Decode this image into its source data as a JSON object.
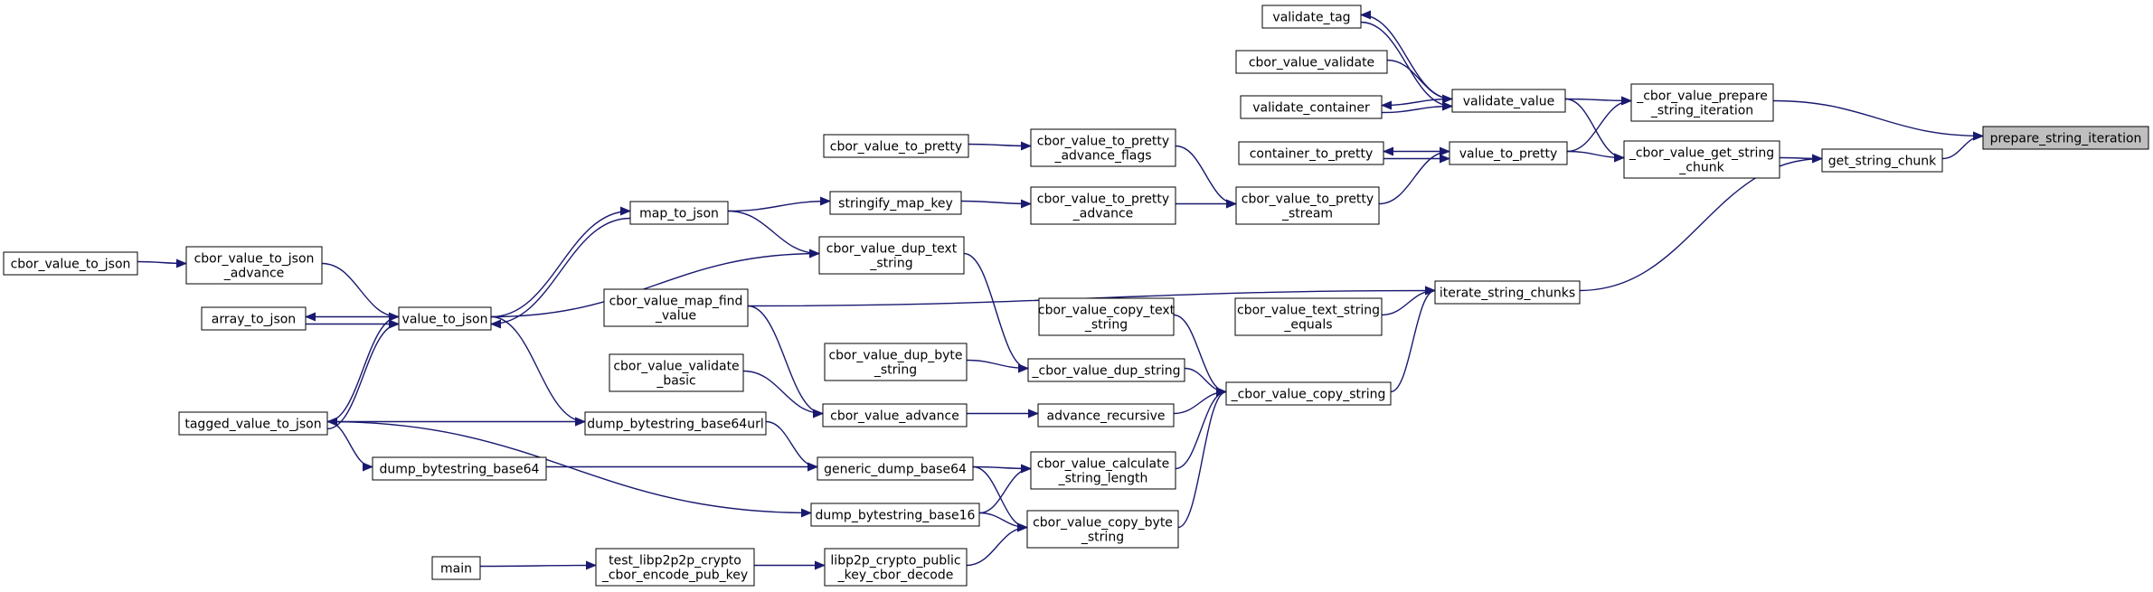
{
  "colors": {
    "edge": "#191970",
    "node_border": "#000000",
    "node_fill": "#ffffff",
    "focus_fill": "#bfbfbf"
  },
  "nodes": {
    "n_prepare_string_iteration": [
      "prepare_string_iteration"
    ],
    "n_get_string_chunk": [
      "get_string_chunk"
    ],
    "n_cbor_value_prepare_string_iteration": [
      "_cbor_value_prepare",
      "_string_iteration"
    ],
    "n_cbor_value_get_string_chunk": [
      "_cbor_value_get_string",
      "_chunk"
    ],
    "n_iterate_string_chunks": [
      "iterate_string_chunks"
    ],
    "n_validate_value": [
      "validate_value"
    ],
    "n_value_to_pretty": [
      "value_to_pretty"
    ],
    "n_validate_tag": [
      "validate_tag"
    ],
    "n_cbor_value_validate": [
      "cbor_value_validate"
    ],
    "n_validate_container": [
      "validate_container"
    ],
    "n_container_to_pretty": [
      "container_to_pretty"
    ],
    "n_cbor_value_to_pretty_stream": [
      "cbor_value_to_pretty",
      "_stream"
    ],
    "n_cbor_value_to_pretty_advance_flags": [
      "cbor_value_to_pretty",
      "_advance_flags"
    ],
    "n_cbor_value_to_pretty_advance": [
      "cbor_value_to_pretty",
      "_advance"
    ],
    "n_cbor_value_to_pretty": [
      "cbor_value_to_pretty"
    ],
    "n_stringify_map_key": [
      "stringify_map_key"
    ],
    "n_map_to_json": [
      "map_to_json"
    ],
    "n_cbor_value_dup_text_string": [
      "cbor_value_dup_text",
      "_string"
    ],
    "n_value_to_json": [
      "value_to_json"
    ],
    "n_cbor_value_to_json_advance": [
      "cbor_value_to_json",
      "_advance"
    ],
    "n_cbor_value_to_json": [
      "cbor_value_to_json"
    ],
    "n_array_to_json": [
      "array_to_json"
    ],
    "n_tagged_value_to_json": [
      "tagged_value_to_json"
    ],
    "n_cbor_value_map_find_value": [
      "cbor_value_map_find",
      "_value"
    ],
    "n_cbor_value_text_string_equals": [
      "cbor_value_text_string",
      "_equals"
    ],
    "n_cbor_value_copy_string": [
      "_cbor_value_copy_string"
    ],
    "n_cbor_value_copy_text_string": [
      "cbor_value_copy_text",
      "_string"
    ],
    "n_cbor_value_dup_string": [
      "_cbor_value_dup_string"
    ],
    "n_cbor_value_dup_byte_string": [
      "cbor_value_dup_byte",
      "_string"
    ],
    "n_advance_recursive": [
      "advance_recursive"
    ],
    "n_cbor_value_advance": [
      "cbor_value_advance"
    ],
    "n_cbor_value_validate_basic": [
      "cbor_value_validate",
      "_basic"
    ],
    "n_cbor_value_calculate_string_length": [
      "cbor_value_calculate",
      "_string_length"
    ],
    "n_cbor_value_copy_byte_string": [
      "cbor_value_copy_byte",
      "_string"
    ],
    "n_dump_bytestring_base64url": [
      "dump_bytestring_base64url"
    ],
    "n_generic_dump_base64": [
      "generic_dump_base64"
    ],
    "n_dump_bytestring_base64": [
      "dump_bytestring_base64"
    ],
    "n_dump_bytestring_base16": [
      "dump_bytestring_base16"
    ],
    "n_libp2p_crypto_public_key_cbor_decode": [
      "libp2p_crypto_public",
      "_key_cbor_decode"
    ],
    "n_test_libp2p_crypto_cbor_encode_pub_key": [
      "test_libp2p2p_crypto",
      "_cbor_encode_pub_key"
    ],
    "n_main": [
      "main"
    ]
  },
  "edges": [
    [
      "n_get_string_chunk",
      "n_prepare_string_iteration"
    ],
    [
      "n_cbor_value_prepare_string_iteration",
      "n_prepare_string_iteration"
    ],
    [
      "n_cbor_value_get_string_chunk",
      "n_get_string_chunk"
    ],
    [
      "n_iterate_string_chunks",
      "n_get_string_chunk"
    ],
    [
      "n_validate_value",
      "n_cbor_value_prepare_string_iteration"
    ],
    [
      "n_value_to_pretty",
      "n_cbor_value_prepare_string_iteration"
    ],
    [
      "n_validate_value",
      "n_cbor_value_get_string_chunk"
    ],
    [
      "n_value_to_pretty",
      "n_cbor_value_get_string_chunk"
    ],
    [
      "n_validate_value",
      "n_validate_tag"
    ],
    [
      "n_validate_tag",
      "n_validate_value"
    ],
    [
      "n_cbor_value_validate",
      "n_validate_value"
    ],
    [
      "n_validate_value",
      "n_validate_container"
    ],
    [
      "n_validate_container",
      "n_validate_value"
    ],
    [
      "n_value_to_pretty",
      "n_container_to_pretty"
    ],
    [
      "n_container_to_pretty",
      "n_value_to_pretty"
    ],
    [
      "n_cbor_value_to_pretty_stream",
      "n_value_to_pretty"
    ],
    [
      "n_cbor_value_to_pretty_advance_flags",
      "n_cbor_value_to_pretty_stream"
    ],
    [
      "n_cbor_value_to_pretty_advance",
      "n_cbor_value_to_pretty_stream"
    ],
    [
      "n_cbor_value_to_pretty",
      "n_cbor_value_to_pretty_advance_flags"
    ],
    [
      "n_stringify_map_key",
      "n_cbor_value_to_pretty_advance"
    ],
    [
      "n_map_to_json",
      "n_stringify_map_key"
    ],
    [
      "n_value_to_json",
      "n_map_to_json"
    ],
    [
      "n_map_to_json",
      "n_value_to_json"
    ],
    [
      "n_map_to_json",
      "n_cbor_value_dup_text_string"
    ],
    [
      "n_value_to_json",
      "n_cbor_value_dup_text_string"
    ],
    [
      "n_cbor_value_to_json_advance",
      "n_value_to_json"
    ],
    [
      "n_cbor_value_to_json",
      "n_cbor_value_to_json_advance"
    ],
    [
      "n_value_to_json",
      "n_array_to_json"
    ],
    [
      "n_array_to_json",
      "n_value_to_json"
    ],
    [
      "n_value_to_json",
      "n_tagged_value_to_json"
    ],
    [
      "n_tagged_value_to_json",
      "n_value_to_json"
    ],
    [
      "n_cbor_value_map_find_value",
      "n_iterate_string_chunks"
    ],
    [
      "n_cbor_value_text_string_equals",
      "n_iterate_string_chunks"
    ],
    [
      "n_cbor_value_copy_string",
      "n_iterate_string_chunks"
    ],
    [
      "n_cbor_value_copy_text_string",
      "n_cbor_value_copy_string"
    ],
    [
      "n_cbor_value_dup_string",
      "n_cbor_value_copy_string"
    ],
    [
      "n_advance_recursive",
      "n_cbor_value_copy_string"
    ],
    [
      "n_cbor_value_calculate_string_length",
      "n_cbor_value_copy_string"
    ],
    [
      "n_cbor_value_copy_byte_string",
      "n_cbor_value_copy_string"
    ],
    [
      "n_cbor_value_dup_text_string",
      "n_cbor_value_dup_string"
    ],
    [
      "n_cbor_value_dup_byte_string",
      "n_cbor_value_dup_string"
    ],
    [
      "n_cbor_value_advance",
      "n_advance_recursive"
    ],
    [
      "n_cbor_value_map_find_value",
      "n_cbor_value_advance"
    ],
    [
      "n_cbor_value_validate_basic",
      "n_cbor_value_advance"
    ],
    [
      "n_generic_dump_base64",
      "n_cbor_value_calculate_string_length"
    ],
    [
      "n_dump_bytestring_base16",
      "n_cbor_value_calculate_string_length"
    ],
    [
      "n_generic_dump_base64",
      "n_cbor_value_copy_byte_string"
    ],
    [
      "n_dump_bytestring_base16",
      "n_cbor_value_copy_byte_string"
    ],
    [
      "n_libp2p_crypto_public_key_cbor_decode",
      "n_cbor_value_copy_byte_string"
    ],
    [
      "n_value_to_json",
      "n_dump_bytestring_base64url"
    ],
    [
      "n_tagged_value_to_json",
      "n_dump_bytestring_base64url"
    ],
    [
      "n_dump_bytestring_base64url",
      "n_generic_dump_base64"
    ],
    [
      "n_dump_bytestring_base64",
      "n_generic_dump_base64"
    ],
    [
      "n_tagged_value_to_json",
      "n_dump_bytestring_base64"
    ],
    [
      "n_tagged_value_to_json",
      "n_dump_bytestring_base16"
    ],
    [
      "n_test_libp2p_crypto_cbor_encode_pub_key",
      "n_libp2p_crypto_public_key_cbor_decode"
    ],
    [
      "n_main",
      "n_test_libp2p_crypto_cbor_encode_pub_key"
    ]
  ]
}
